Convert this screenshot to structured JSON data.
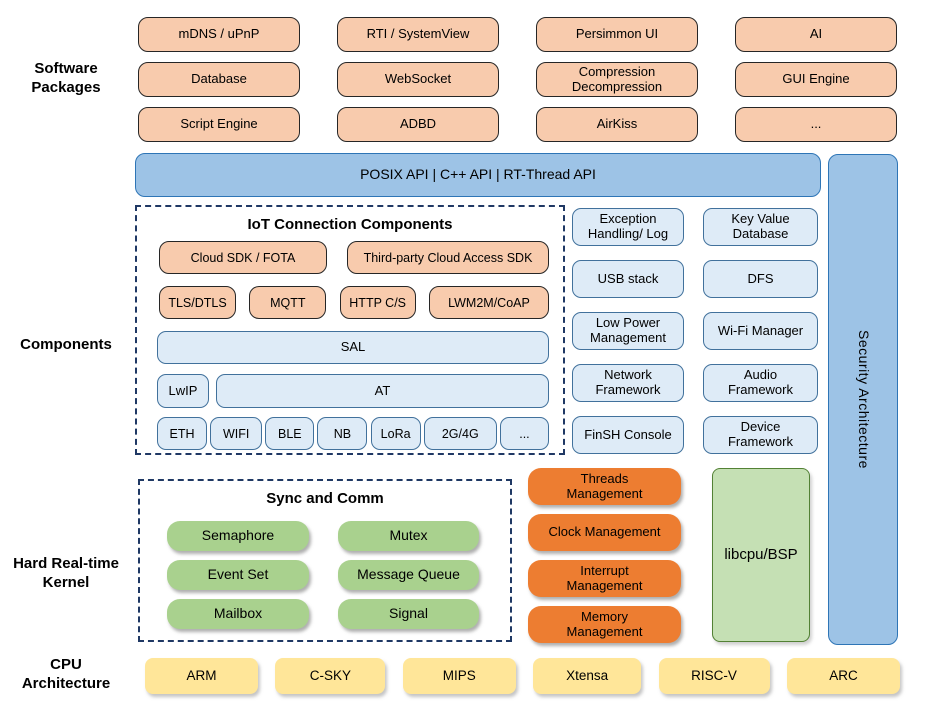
{
  "palette": {
    "peach_fill": "#F8CBAD",
    "peach_border": "#262626",
    "blue_fill": "#9DC3E6",
    "blue_border": "#2E75B6",
    "lightblue_fill": "#DEEBF7",
    "lightblue_border": "#41719C",
    "green_fill": "#A9D18E",
    "lightgreen_fill": "#C5E0B4",
    "lightgreen_border": "#538135",
    "dark_orange_fill": "#ED7D31",
    "yellow_fill": "#FFE699",
    "dashed_border": "#1F3864"
  },
  "side_labels": {
    "software_packages": "Software\nPackages",
    "components": "Components",
    "kernel": "Hard Real-time\nKernel",
    "cpu": "CPU\nArchitecture"
  },
  "software_packages": {
    "items": [
      "mDNS / uPnP",
      "RTI / SystemView",
      "Persimmon UI",
      "AI",
      "Database",
      "WebSocket",
      "Compression\nDecompression",
      "GUI Engine",
      "Script Engine",
      "ADBD",
      "AirKiss",
      "..."
    ]
  },
  "api_bar": {
    "label": "POSIX API  |  C++ API  |  RT-Thread API"
  },
  "security_bar": {
    "label": "Security Architecture"
  },
  "iot": {
    "title": "IoT Connection Components",
    "sdk_row": [
      "Cloud SDK / FOTA",
      "Third-party Cloud Access SDK"
    ],
    "protocol_row": [
      "TLS/DTLS",
      "MQTT",
      "HTTP C/S",
      "LWM2M/CoAP"
    ],
    "sal": "SAL",
    "lwip": "LwIP",
    "at": "AT",
    "links": [
      "ETH",
      "WIFI",
      "BLE",
      "NB",
      "LoRa",
      "2G/4G",
      "..."
    ]
  },
  "services": {
    "items": [
      "Exception\nHandling/ Log",
      "Key Value\nDatabase",
      "USB stack",
      "DFS",
      "Low Power\nManagement",
      "Wi-Fi Manager",
      "Network\nFramework",
      "Audio\nFramework",
      "FinSH Console",
      "Device\nFramework"
    ]
  },
  "kernel": {
    "sync_title": "Sync and Comm",
    "sync_items": [
      "Semaphore",
      "Mutex",
      "Event Set",
      "Message Queue",
      "Mailbox",
      "Signal"
    ],
    "mgmt_items": [
      "Threads\nManagement",
      "Clock Management",
      "Interrupt\nManagement",
      "Memory\nManagement"
    ],
    "libcpu": "libcpu/BSP"
  },
  "cpu": {
    "items": [
      "ARM",
      "C-SKY",
      "MIPS",
      "Xtensa",
      "RISC-V",
      "ARC"
    ]
  }
}
